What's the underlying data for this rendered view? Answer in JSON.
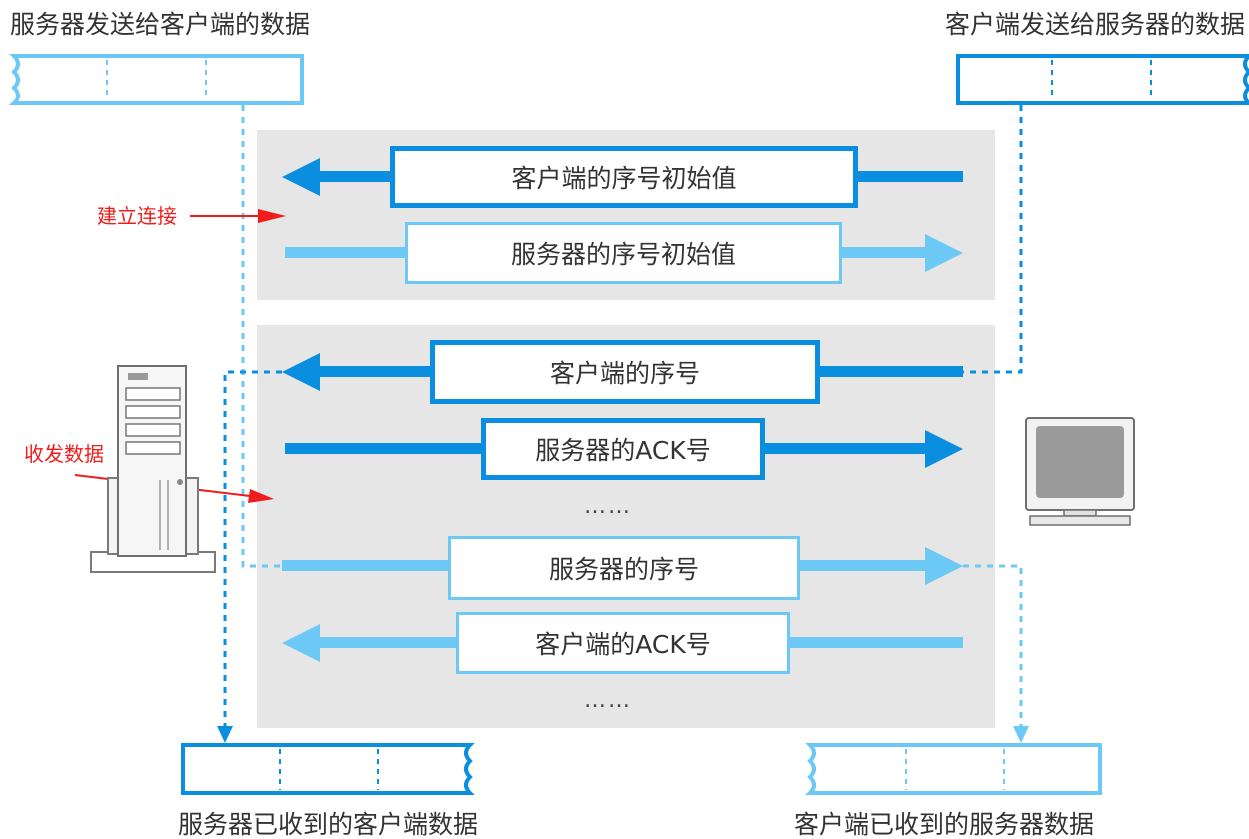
{
  "labels": {
    "server_send_buffer": "服务器发送给客户端的数据",
    "client_send_buffer": "客户端发送给服务器的数据",
    "server_recv_buffer": "服务器已收到的客户端数据",
    "client_recv_buffer": "客户端已收到的服务器数据"
  },
  "phases": {
    "connect": "建立连接",
    "transfer": "收发数据"
  },
  "messages": [
    {
      "text": "客户端的序号初始值",
      "direction": "left",
      "shade": "dark"
    },
    {
      "text": "服务器的序号初始值",
      "direction": "right",
      "shade": "light"
    },
    {
      "text": "客户端的序号",
      "direction": "left",
      "shade": "dark"
    },
    {
      "text": "服务器的ACK号",
      "direction": "right",
      "shade": "dark"
    },
    {
      "text": "服务器的序号",
      "direction": "right",
      "shade": "light"
    },
    {
      "text": "客户端的ACK号",
      "direction": "left",
      "shade": "light"
    }
  ],
  "ellipsis": "……",
  "icons": {
    "server": "server-tower-icon",
    "client": "computer-monitor-icon"
  },
  "colors": {
    "dark_blue": "#0a8fe0",
    "light_blue": "#6cc8f5",
    "panel_gray": "#e6e6e6",
    "annotation_red": "#ee1c1c"
  }
}
